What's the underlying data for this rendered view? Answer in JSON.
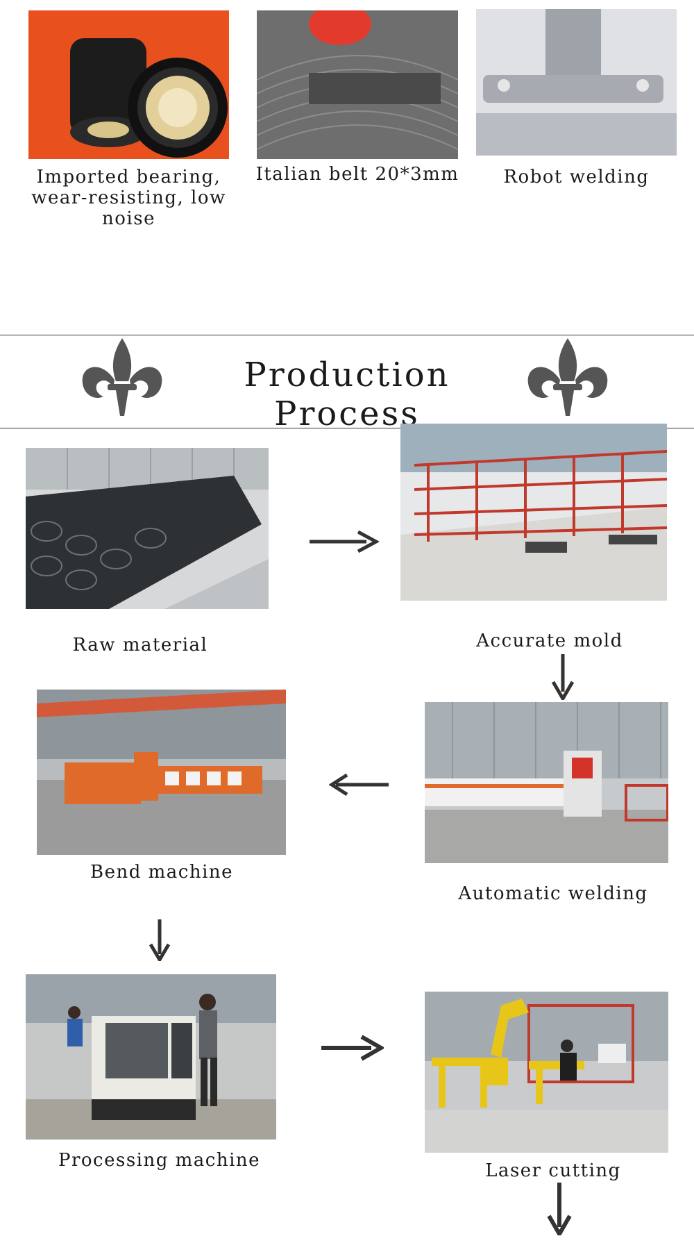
{
  "features": [
    {
      "caption": "Imported bearing, wear-resisting, low noise",
      "icon": "bearing-photo"
    },
    {
      "caption": "Italian belt 20*3mm",
      "icon": "belt-photo"
    },
    {
      "caption": "Robot welding",
      "icon": "welding-photo"
    }
  ],
  "section": {
    "title": "Production Process",
    "ornament": "fleur-de-lis-icon"
  },
  "steps": [
    {
      "caption": "Raw material"
    },
    {
      "caption": "Accurate mold"
    },
    {
      "caption": "Automatic welding"
    },
    {
      "caption": "Bend machine"
    },
    {
      "caption": "Processing machine"
    },
    {
      "caption": "Laser cutting"
    }
  ],
  "colors": {
    "ornament": "#555555",
    "arrow": "#333333",
    "bearing_bg": "#e8501e",
    "rack_red": "#c0392b",
    "machine_orange": "#e06a2a",
    "robot_yellow": "#e8c619"
  }
}
